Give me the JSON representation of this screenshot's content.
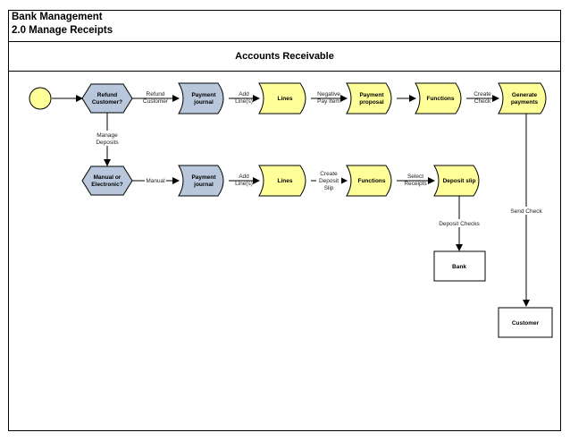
{
  "header": {
    "line1": "Bank Management",
    "line2": "2.0 Manage Receipts"
  },
  "lane": {
    "title": "Accounts Receivable"
  },
  "nodes": {
    "start": {
      "label": ""
    },
    "refund_decision": {
      "line1": "Refund",
      "line2": "Customer?"
    },
    "payment_journal_1": {
      "line1": "Payment",
      "line2": "journal"
    },
    "lines_1": {
      "label": "Lines"
    },
    "payment_proposal": {
      "line1": "Payment",
      "line2": "proposal"
    },
    "functions_1": {
      "label": "Functions"
    },
    "generate_payments": {
      "line1": "Generate",
      "line2": "payments"
    },
    "manual_decision": {
      "line1": "Manual or",
      "line2": "Electronic?"
    },
    "payment_journal_2": {
      "line1": "Payment",
      "line2": "journal"
    },
    "lines_2": {
      "label": "Lines"
    },
    "functions_2": {
      "label": "Functions"
    },
    "deposit_slip": {
      "label": "Deposit slip"
    },
    "bank": {
      "label": "Bank"
    },
    "customer": {
      "label": "Customer"
    }
  },
  "edges": {
    "refund_customer": {
      "line1": "Refund",
      "line2": "Customer"
    },
    "add_lines_1": {
      "line1": "Add",
      "line2": "Line(s)"
    },
    "negative_pay_item": {
      "line1": "Negative",
      "line2": "Pay Item"
    },
    "create_check": {
      "line1": "Create",
      "line2": "Check"
    },
    "manage_deposits": {
      "line1": "Manage",
      "line2": "Deposits"
    },
    "manual": {
      "label": "Manual"
    },
    "add_lines_2": {
      "line1": "Add",
      "line2": "Line(s)"
    },
    "create_deposit_slip": {
      "line1": "Create",
      "line2": "Deposit",
      "line3": "Slip"
    },
    "select_receipts": {
      "line1": "Select",
      "line2": "Receipts"
    },
    "deposit_checks": {
      "label": "Deposit Checks"
    },
    "send_check": {
      "label": "Send Check"
    }
  },
  "colors": {
    "event_fill": "#ffff99",
    "decision_fill": "#b8c7db",
    "stroke": "#000000"
  }
}
